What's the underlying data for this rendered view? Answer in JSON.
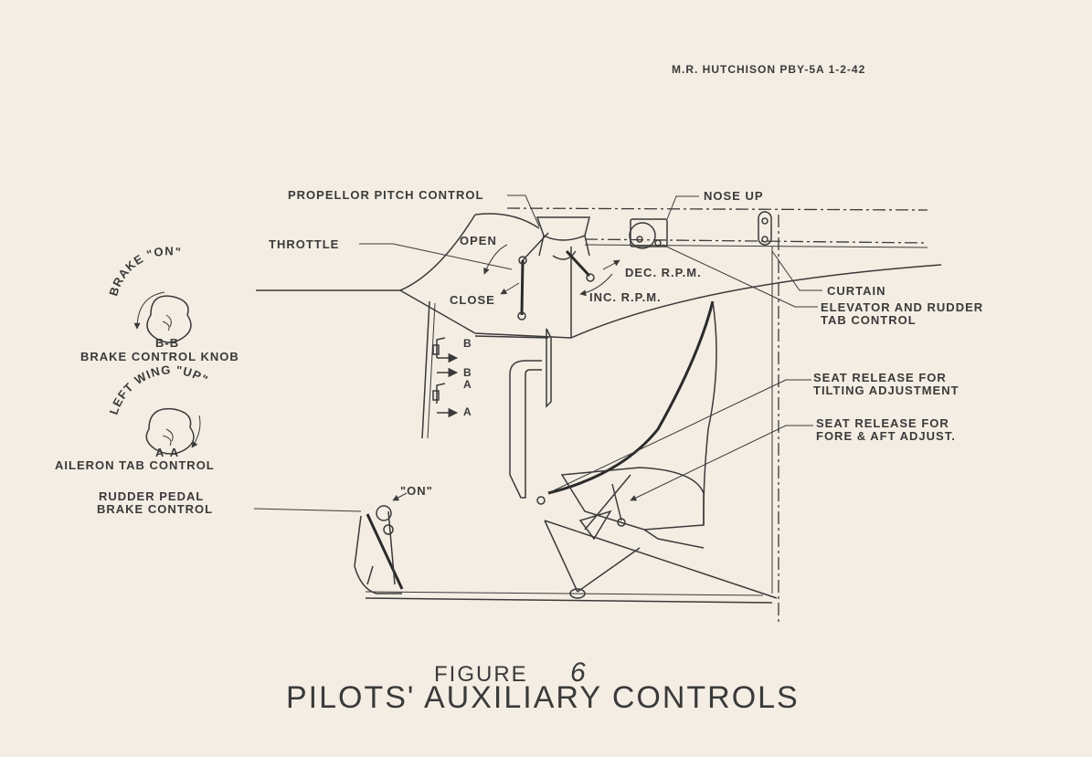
{
  "header": {
    "author_line": "M.R. HUTCHISON   PBY-5A   1-2-42"
  },
  "labels": {
    "propeller_pitch_control": "PROPELLOR PITCH CONTROL",
    "nose_up": "NOSE UP",
    "throttle": "THROTTLE",
    "open": "OPEN",
    "close": "CLOSE",
    "dec_rpm": "DEC. R.P.M.",
    "inc_rpm": "INC. R.P.M.",
    "curtain": "CURTAIN",
    "elevator_rudder_line1": "ELEVATOR AND RUDDER",
    "elevator_rudder_line2": "TAB CONTROL",
    "seat_tilt_line1": "SEAT RELEASE FOR",
    "seat_tilt_line2": "TILTING ADJUSTMENT",
    "seat_fore_line1": "SEAT RELEASE FOR",
    "seat_fore_line2": "FORE & AFT ADJUST.",
    "brake_on": "BRAKE \"ON\"",
    "section_bb": "B-B",
    "brake_control_knob": "BRAKE CONTROL KNOB",
    "left_wing_up": "LEFT WING \"UP\"",
    "section_aa": "A-A",
    "aileron_tab_control": "AILERON TAB CONTROL",
    "rudder_pedal_line1": "RUDDER PEDAL",
    "rudder_pedal_line2": "BRAKE CONTROL",
    "on": "\"ON\"",
    "sec_b_upper": "B",
    "sec_b_lower": "B",
    "sec_a_upper": "A",
    "sec_a_lower": "A"
  },
  "caption": {
    "figure_word": "FIGURE",
    "figure_number": "6",
    "title": "PILOTS' AUXILIARY CONTROLS"
  }
}
